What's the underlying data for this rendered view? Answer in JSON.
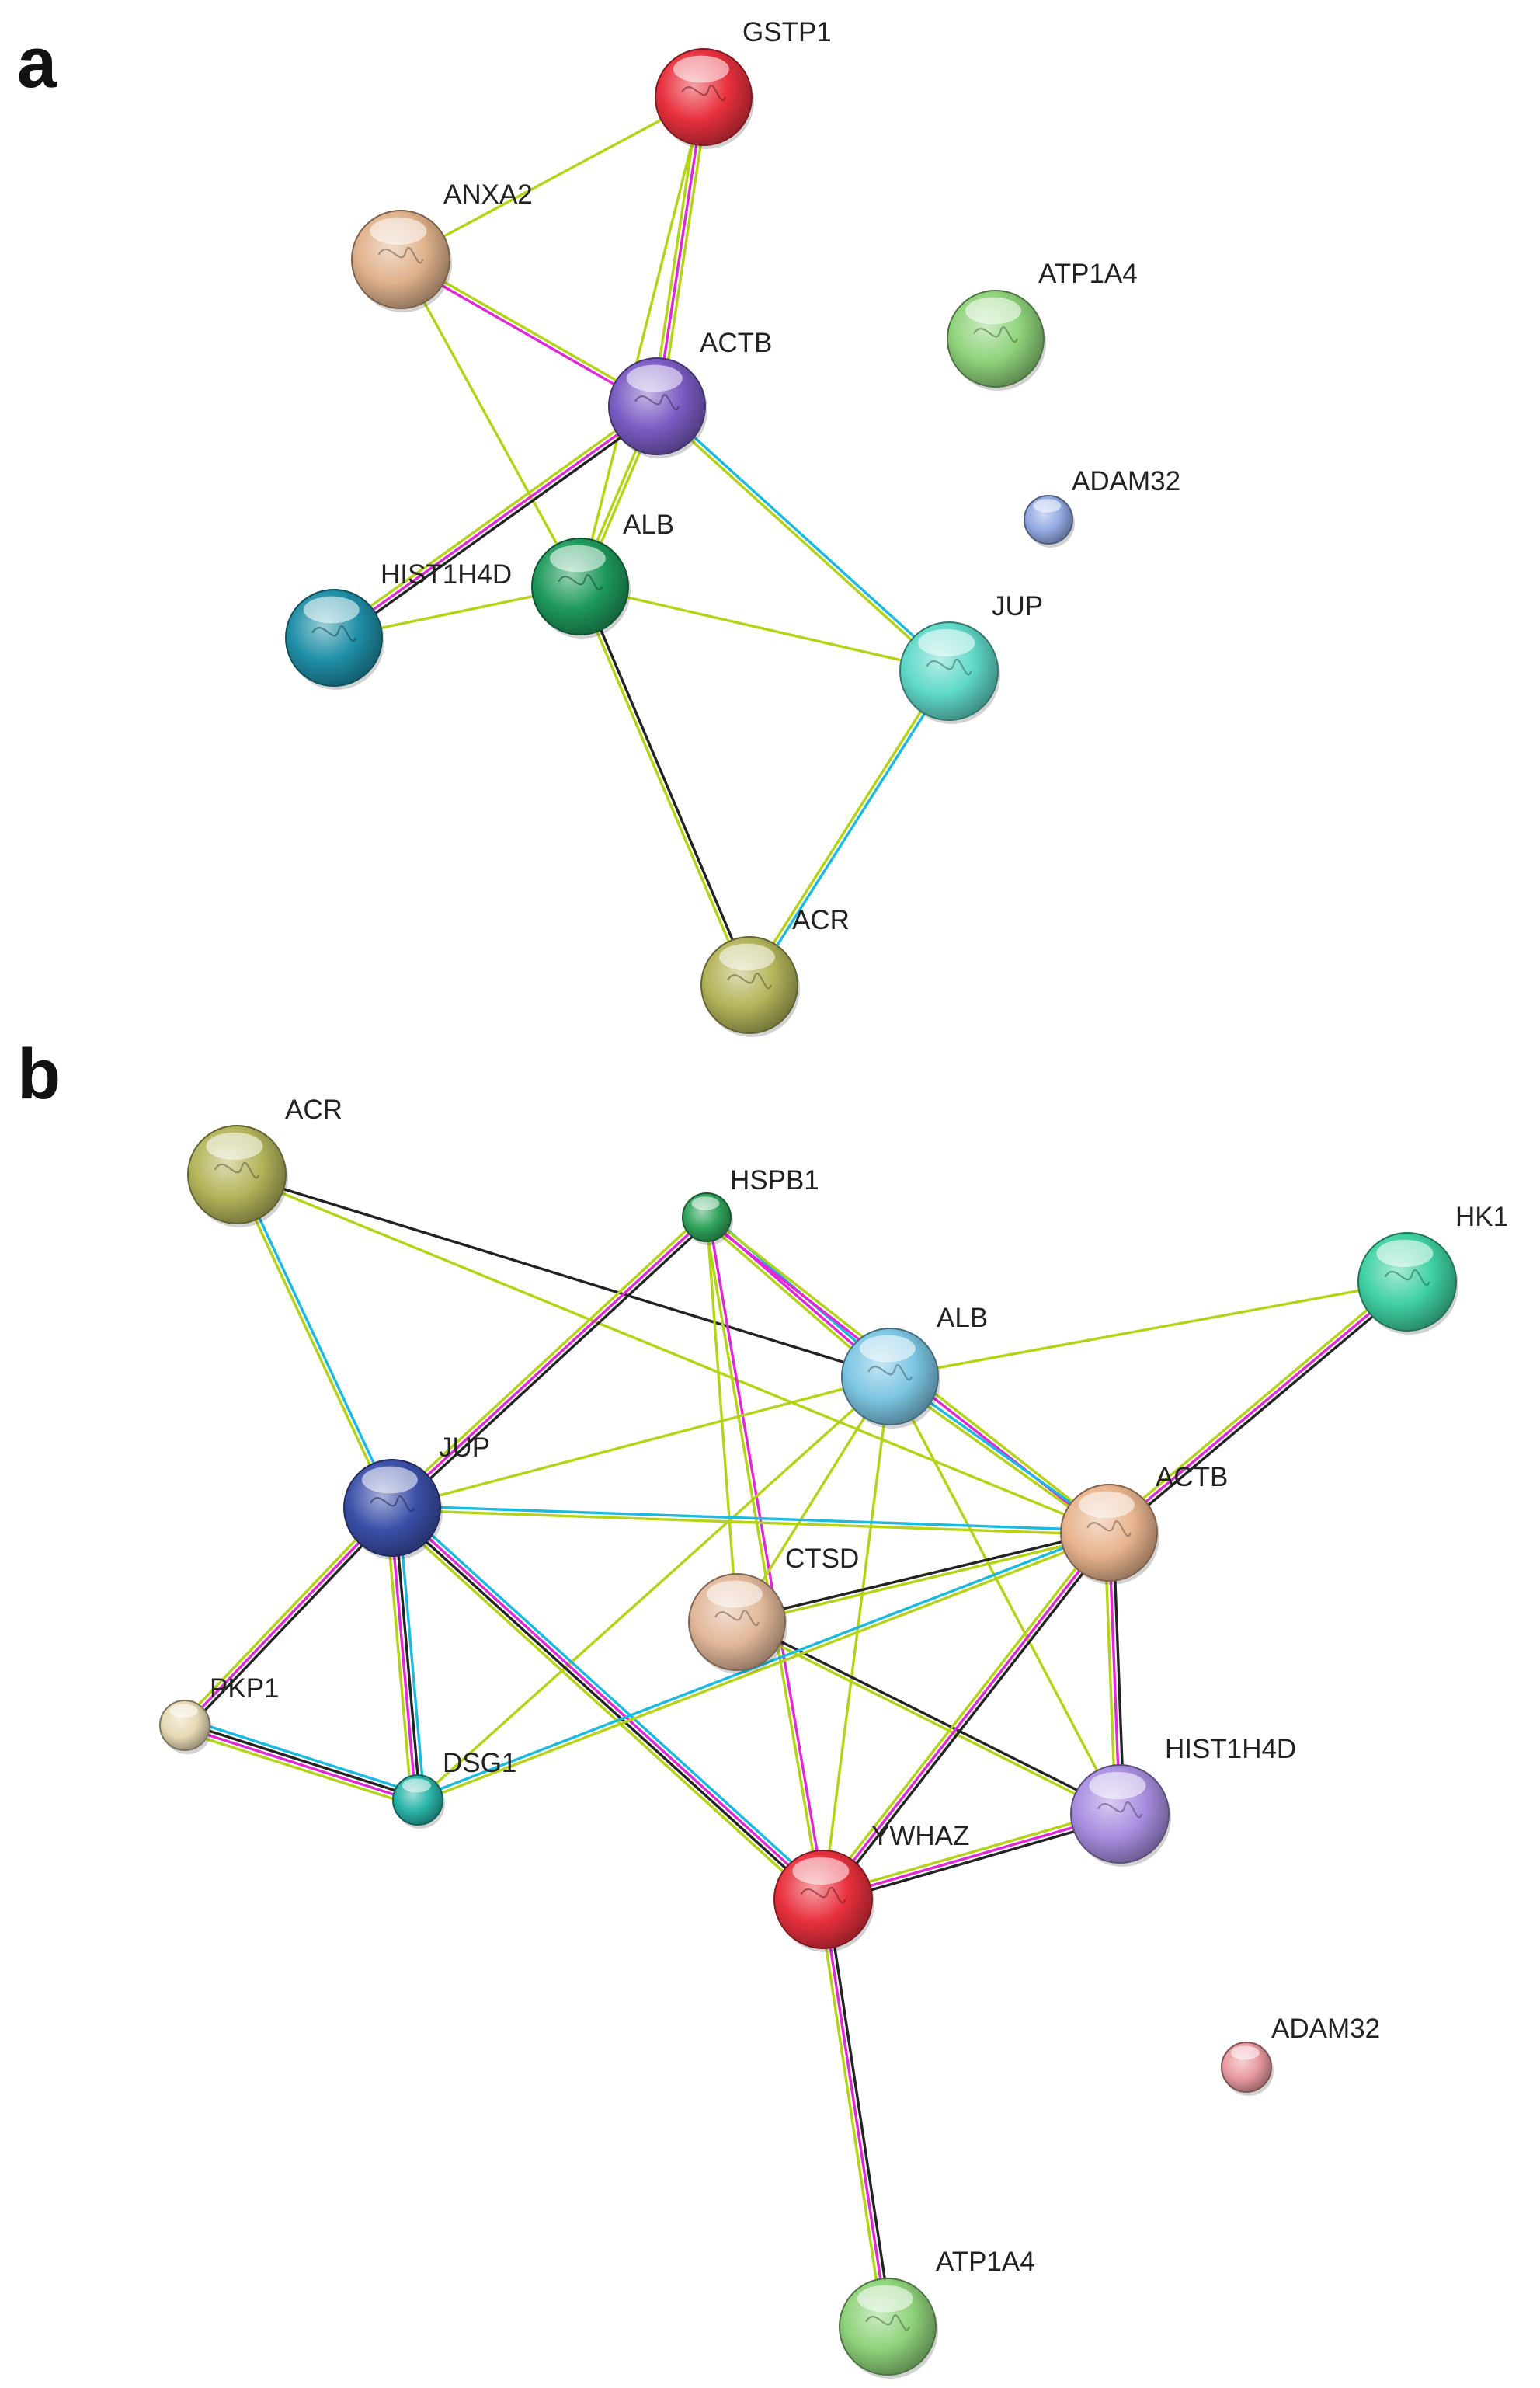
{
  "edge_colors": {
    "textmining": "#b5d316",
    "coexpression": "#222222",
    "experiments": "#e028d6",
    "database": "#19b9e0"
  },
  "panels": [
    {
      "letter": "a",
      "nodes": [
        {
          "id": "GSTP1",
          "label": "GSTP1",
          "color": "#e8303d"
        },
        {
          "id": "ANXA2",
          "label": "ANXA2",
          "color": "#e0b28c"
        },
        {
          "id": "ATP1A4",
          "label": "ATP1A4",
          "color": "#8fd37b"
        },
        {
          "id": "ACTB",
          "label": "ACTB",
          "color": "#7b5cc4"
        },
        {
          "id": "ADAM32",
          "label": "ADAM32",
          "color": "#93a9e3"
        },
        {
          "id": "ALB",
          "label": "ALB",
          "color": "#1e9a5b"
        },
        {
          "id": "HIST1H4D",
          "label": "HIST1H4D",
          "color": "#1f8fa7"
        },
        {
          "id": "JUP",
          "label": "JUP",
          "color": "#5fd9c8"
        },
        {
          "id": "ACR",
          "label": "ACR",
          "color": "#b3b45a"
        }
      ],
      "edges": [
        {
          "from": "ANXA2",
          "to": "GSTP1",
          "types": [
            "textmining"
          ]
        },
        {
          "from": "GSTP1",
          "to": "ACTB",
          "types": [
            "textmining",
            "experiments",
            "textmining"
          ]
        },
        {
          "from": "GSTP1",
          "to": "ALB",
          "types": [
            "textmining"
          ]
        },
        {
          "from": "ANXA2",
          "to": "ACTB",
          "types": [
            "textmining",
            "experiments"
          ]
        },
        {
          "from": "ANXA2",
          "to": "ALB",
          "types": [
            "textmining"
          ]
        },
        {
          "from": "ACTB",
          "to": "ALB",
          "types": [
            "textmining",
            "textmining"
          ]
        },
        {
          "from": "ACTB",
          "to": "HIST1H4D",
          "types": [
            "coexpression",
            "experiments",
            "textmining"
          ]
        },
        {
          "from": "ACTB",
          "to": "JUP",
          "types": [
            "database",
            "textmining"
          ]
        },
        {
          "from": "HIST1H4D",
          "to": "ALB",
          "types": [
            "textmining"
          ]
        },
        {
          "from": "ALB",
          "to": "JUP",
          "types": [
            "textmining"
          ]
        },
        {
          "from": "ALB",
          "to": "ACR",
          "types": [
            "coexpression",
            "textmining"
          ]
        },
        {
          "from": "JUP",
          "to": "ACR",
          "types": [
            "database",
            "textmining"
          ]
        }
      ]
    },
    {
      "letter": "b",
      "nodes": [
        {
          "id": "ACR",
          "label": "ACR",
          "color": "#b3b45a"
        },
        {
          "id": "HSPB1",
          "label": "HSPB1",
          "color": "#2fa35b"
        },
        {
          "id": "HK1",
          "label": "HK1",
          "color": "#3fd1a3"
        },
        {
          "id": "ALB",
          "label": "ALB",
          "color": "#7cc6e3"
        },
        {
          "id": "JUP",
          "label": "JUP",
          "color": "#3b4fa8"
        },
        {
          "id": "ACTB",
          "label": "ACTB",
          "color": "#e8b48e"
        },
        {
          "id": "CTSD",
          "label": "CTSD",
          "color": "#e2b89a"
        },
        {
          "id": "PKP1",
          "label": "PKP1",
          "color": "#e6d9b4"
        },
        {
          "id": "DSG1",
          "label": "DSG1",
          "color": "#29b3a8"
        },
        {
          "id": "HIST1H4D",
          "label": "HIST1H4D",
          "color": "#a88ee0"
        },
        {
          "id": "YWHAZ",
          "label": "YWHAZ",
          "color": "#e8303d"
        },
        {
          "id": "ADAM32",
          "label": "ADAM32",
          "color": "#e89a9f"
        },
        {
          "id": "ATP1A4",
          "label": "ATP1A4",
          "color": "#8fd37b"
        }
      ],
      "edges": [
        {
          "from": "ACR",
          "to": "ALB",
          "types": [
            "coexpression"
          ]
        },
        {
          "from": "ACR",
          "to": "JUP",
          "types": [
            "database",
            "textmining"
          ]
        },
        {
          "from": "ACR",
          "to": "ACTB",
          "types": [
            "textmining"
          ]
        },
        {
          "from": "HSPB1",
          "to": "ALB",
          "types": [
            "database",
            "experiments",
            "textmining"
          ]
        },
        {
          "from": "HSPB1",
          "to": "JUP",
          "types": [
            "coexpression",
            "experiments",
            "textmining"
          ]
        },
        {
          "from": "HSPB1",
          "to": "ACTB",
          "types": [
            "textmining",
            "experiments"
          ]
        },
        {
          "from": "HSPB1",
          "to": "CTSD",
          "types": [
            "textmining"
          ]
        },
        {
          "from": "HSPB1",
          "to": "YWHAZ",
          "types": [
            "experiments",
            "textmining"
          ]
        },
        {
          "from": "HK1",
          "to": "ALB",
          "types": [
            "textmining"
          ]
        },
        {
          "from": "HK1",
          "to": "ACTB",
          "types": [
            "coexpression",
            "experiments",
            "textmining"
          ]
        },
        {
          "from": "ALB",
          "to": "JUP",
          "types": [
            "textmining"
          ]
        },
        {
          "from": "ALB",
          "to": "ACTB",
          "types": [
            "database",
            "textmining"
          ]
        },
        {
          "from": "ALB",
          "to": "DSG1",
          "types": [
            "textmining"
          ]
        },
        {
          "from": "ALB",
          "to": "CTSD",
          "types": [
            "textmining"
          ]
        },
        {
          "from": "ALB",
          "to": "YWHAZ",
          "types": [
            "textmining"
          ]
        },
        {
          "from": "ALB",
          "to": "HIST1H4D",
          "types": [
            "textmining"
          ]
        },
        {
          "from": "JUP",
          "to": "ACTB",
          "types": [
            "database",
            "textmining"
          ]
        },
        {
          "from": "JUP",
          "to": "PKP1",
          "types": [
            "coexpression",
            "experiments",
            "textmining"
          ]
        },
        {
          "from": "JUP",
          "to": "DSG1",
          "types": [
            "database",
            "coexpression",
            "experiments",
            "textmining"
          ]
        },
        {
          "from": "JUP",
          "to": "YWHAZ",
          "types": [
            "database",
            "experiments",
            "coexpression",
            "textmining"
          ]
        },
        {
          "from": "PKP1",
          "to": "DSG1",
          "types": [
            "database",
            "coexpression",
            "experiments",
            "textmining"
          ]
        },
        {
          "from": "CTSD",
          "to": "ACTB",
          "types": [
            "coexpression",
            "textmining"
          ]
        },
        {
          "from": "CTSD",
          "to": "HIST1H4D",
          "types": [
            "coexpression",
            "textmining"
          ]
        },
        {
          "from": "DSG1",
          "to": "ACTB",
          "types": [
            "database",
            "textmining"
          ]
        },
        {
          "from": "ACTB",
          "to": "HIST1H4D",
          "types": [
            "coexpression",
            "experiments",
            "textmining"
          ]
        },
        {
          "from": "ACTB",
          "to": "YWHAZ",
          "types": [
            "coexpression",
            "experiments",
            "textmining"
          ]
        },
        {
          "from": "HIST1H4D",
          "to": "YWHAZ",
          "types": [
            "coexpression",
            "experiments",
            "textmining"
          ]
        },
        {
          "from": "YWHAZ",
          "to": "ATP1A4",
          "types": [
            "coexpression",
            "experiments",
            "textmining"
          ]
        }
      ]
    }
  ]
}
